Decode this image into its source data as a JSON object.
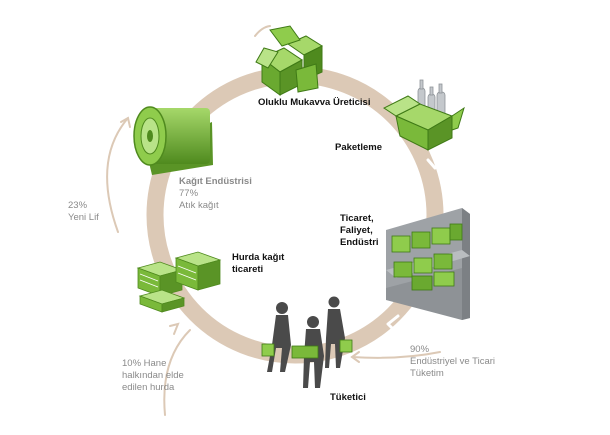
{
  "colors": {
    "ring": "#dcc9b6",
    "green": "#7ab93a",
    "green_dark": "#4f8a1e",
    "arrow": "#dcc9b6",
    "text_dark": "#111111",
    "text_gray": "#8a8a8a"
  },
  "icons": [
    "paper-roll-icon",
    "cardboard-boxes-icon",
    "bottle-box-icon",
    "shelf-icon",
    "shoppers-icon",
    "paper-stacks-icon"
  ],
  "stages": {
    "corrugated": "Oluklu Mukavva Üreticisi",
    "packaging": "Paketleme",
    "retail": "Ticaret, Faliyet, Endüstri",
    "consumer": "Tüketici",
    "scrap": "Hurda kağıt ticareti",
    "paper_industry": {
      "title": "Kağıt Endüstrisi",
      "pct": "77%",
      "sub": "Atık kağıt"
    }
  },
  "inputs": {
    "new_fiber": {
      "pct": "23%",
      "text": "Yeni Lif"
    },
    "industrial": {
      "pct": "90%",
      "line1": "Endüstriyel ve Ticari",
      "line2": "Tüketim"
    },
    "household": {
      "line1": "10% Hane",
      "line2": "halkından elde",
      "line3": "edilen hurda"
    }
  }
}
